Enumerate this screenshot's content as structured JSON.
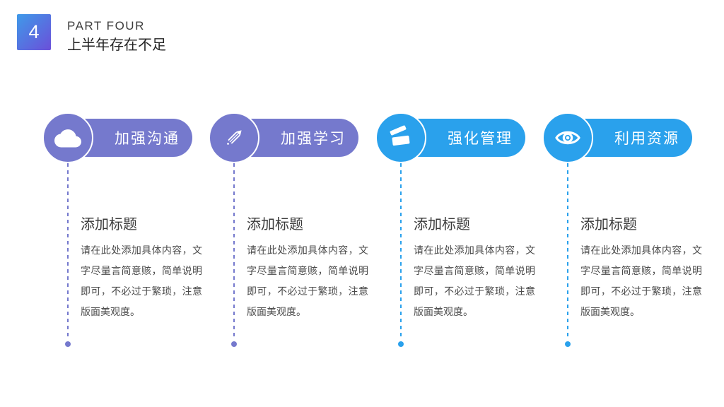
{
  "header": {
    "part_number": "4",
    "part_label": "PART FOUR",
    "title": "上半年存在不足"
  },
  "colors": {
    "purple": "#7579cd",
    "blue": "#2aa1ec",
    "badge_gradient_start": "#3f9ae9",
    "badge_gradient_end": "#6b4fd9"
  },
  "columns": [
    {
      "pill_label": "加强沟通",
      "icon": "cloud-icon",
      "theme": "purple",
      "item_title": "添加标题",
      "item_body": "请在此处添加具体内容，文字尽量言简意赅，简单说明即可，不必过于繁琐，注意版面美观度。"
    },
    {
      "pill_label": "加强学习",
      "icon": "pencil-icon",
      "theme": "purple",
      "item_title": "添加标题",
      "item_body": "请在此处添加具体内容，文字尽量言简意赅，简单说明即可，不必过于繁琐，注意版面美观度。"
    },
    {
      "pill_label": "强化管理",
      "icon": "clapperboard-icon",
      "theme": "blue",
      "item_title": "添加标题",
      "item_body": "请在此处添加具体内容，文字尽量言简意赅，简单说明即可，不必过于繁琐，注意版面美观度。"
    },
    {
      "pill_label": "利用资源",
      "icon": "eye-icon",
      "theme": "blue",
      "item_title": "添加标题",
      "item_body": "请在此处添加具体内容，文字尽量言简意赅，简单说明即可，不必过于繁琐，注意版面美观度。"
    }
  ]
}
